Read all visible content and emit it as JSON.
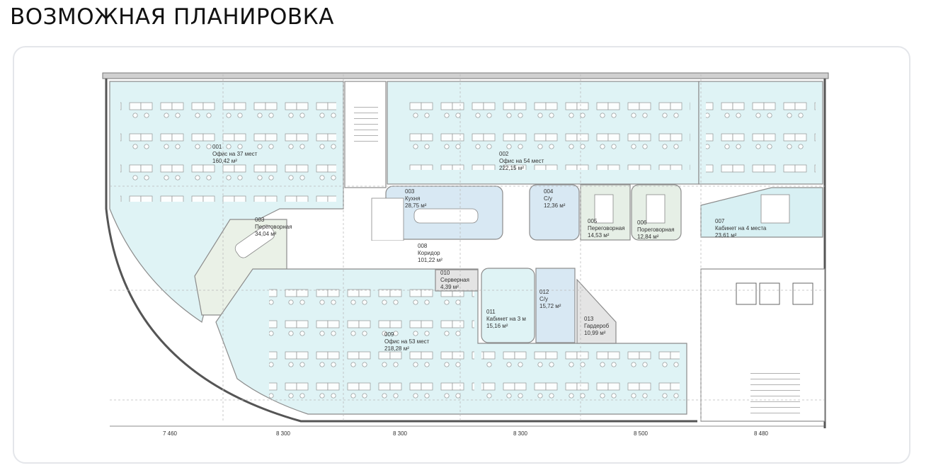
{
  "page": {
    "title": "ВОЗМОЖНАЯ ПЛАНИРОВКА"
  },
  "colors": {
    "office_fill": "#dff3f5",
    "service_fill": "#d8e8f3",
    "grey_fill": "#e4e4e4",
    "wall": "#8c8c8c"
  },
  "rooms": [
    {
      "code": "001",
      "name": "Офис на 37 мест",
      "area": "160,42 м²"
    },
    {
      "code": "002",
      "name": "Офис на 54 мест",
      "area": "222,15 м²"
    },
    {
      "code": "003",
      "name": "Кухня",
      "area": "28,75 м²"
    },
    {
      "code": "004",
      "name": "С/у",
      "area": "12,36 м²"
    },
    {
      "code": "005",
      "name": "Переговорная",
      "area": "14,53 м²"
    },
    {
      "code": "006",
      "name": "Пореговорная",
      "area": "12,84 м²"
    },
    {
      "code": "007",
      "name": "Кабинет на 4 места",
      "area": "23,61 м²"
    },
    {
      "code": "003",
      "name": "Переговорная",
      "area": "34,04 м²"
    },
    {
      "code": "008",
      "name": "Коридор",
      "area": "101,22 м²"
    },
    {
      "code": "009",
      "name": "Офис на 53 мест",
      "area": "218,28 м²"
    },
    {
      "code": "010",
      "name": "Серверная",
      "area": "4,39 м²"
    },
    {
      "code": "011",
      "name": "Кабинет на 3 м",
      "area": "15,16 м²"
    },
    {
      "code": "012",
      "name": "С/у",
      "area": "15,72 м²"
    },
    {
      "code": "013",
      "name": "Гардероб",
      "area": "10,99 м²"
    }
  ],
  "dimensions": [
    "7 460",
    "8 300",
    "8 300",
    "8 300",
    "8 500",
    "8 480"
  ]
}
